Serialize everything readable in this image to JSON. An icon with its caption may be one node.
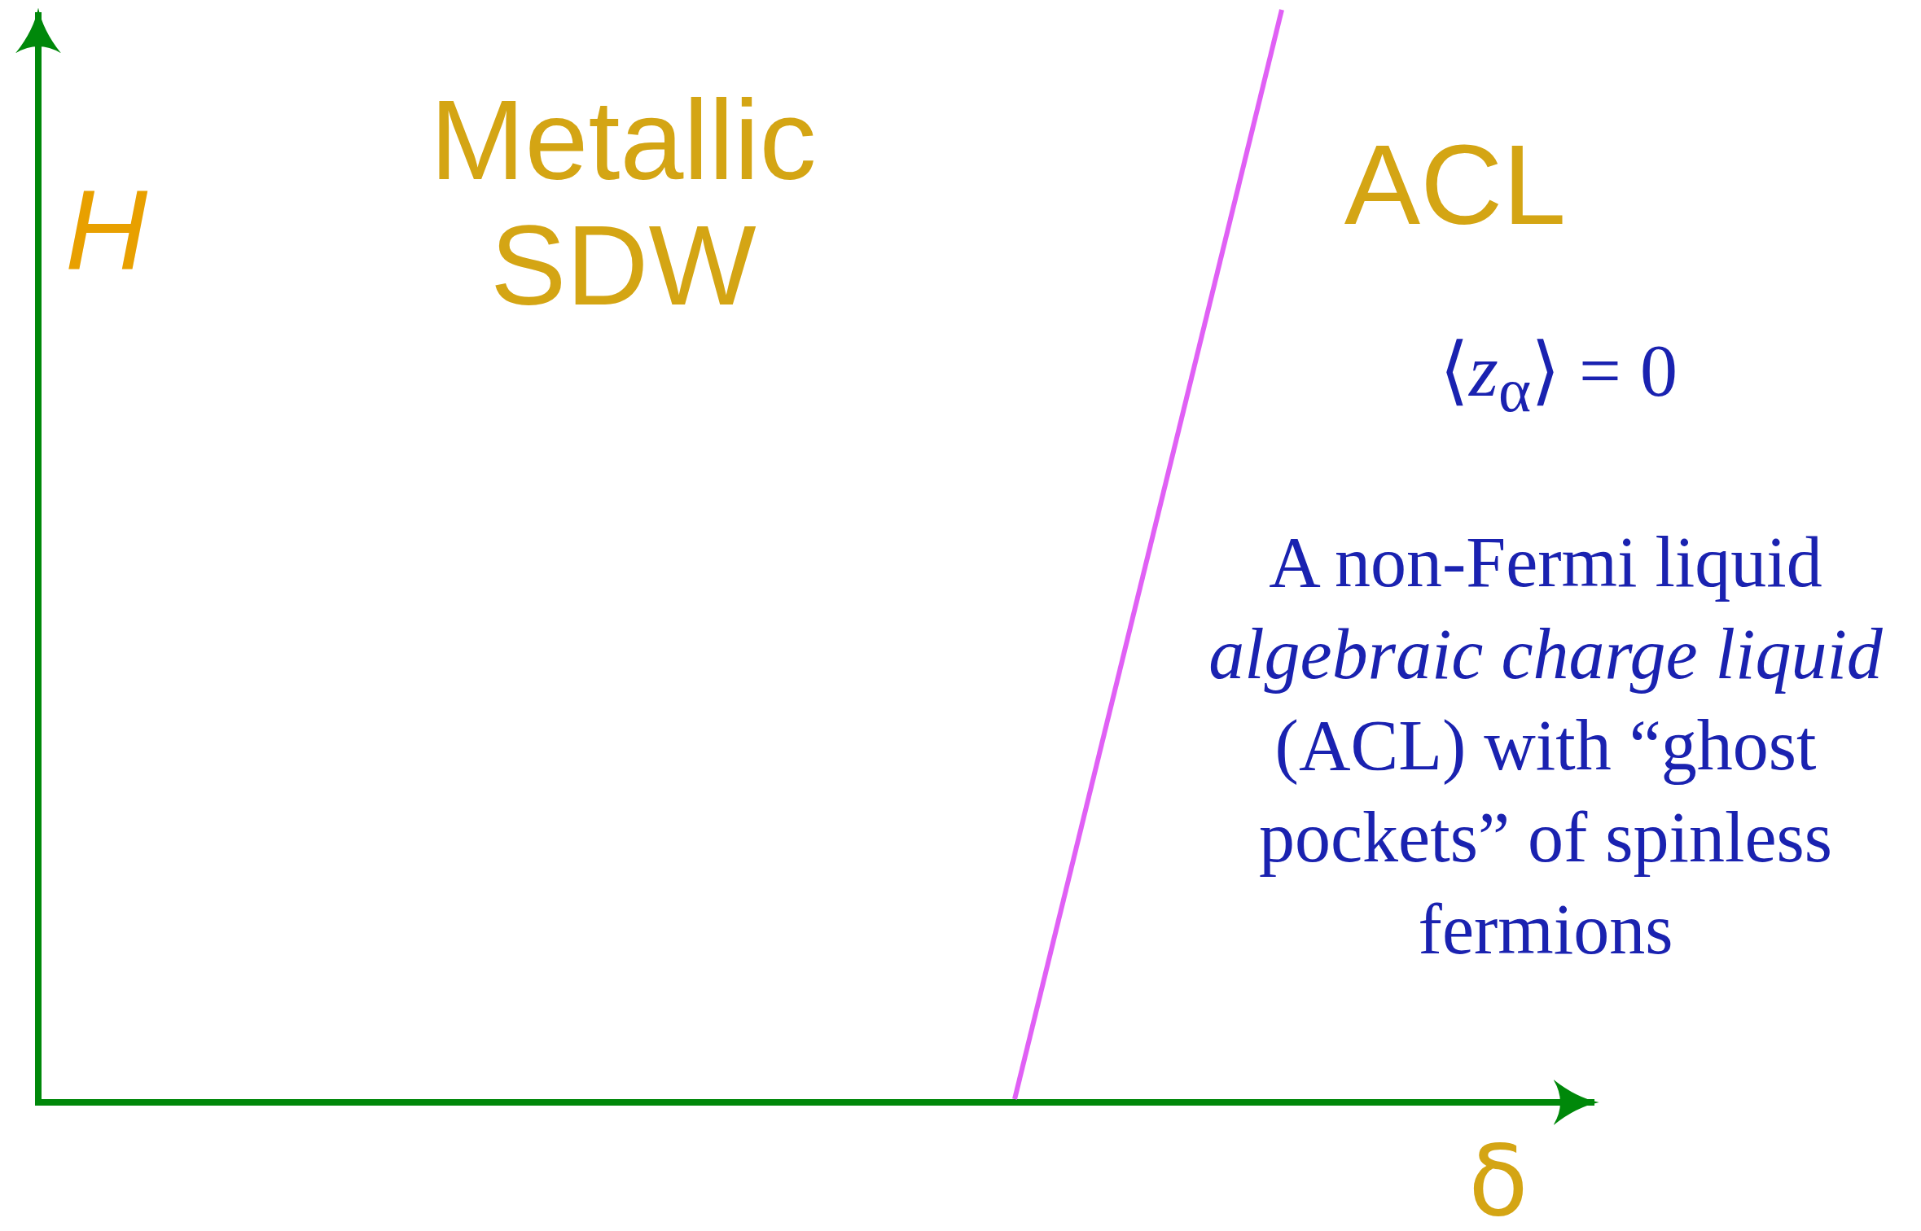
{
  "diagram": {
    "labels": [
      "H",
      "Metallic SDW",
      "ACL",
      "⟨*z*$_{α}$⟩ = 0",
      "A non-Fermi liquid *algebraic charge liquid* (ACL) with “ghost pockets” of spinless fermions",
      "δ"
    ]
  }
}
